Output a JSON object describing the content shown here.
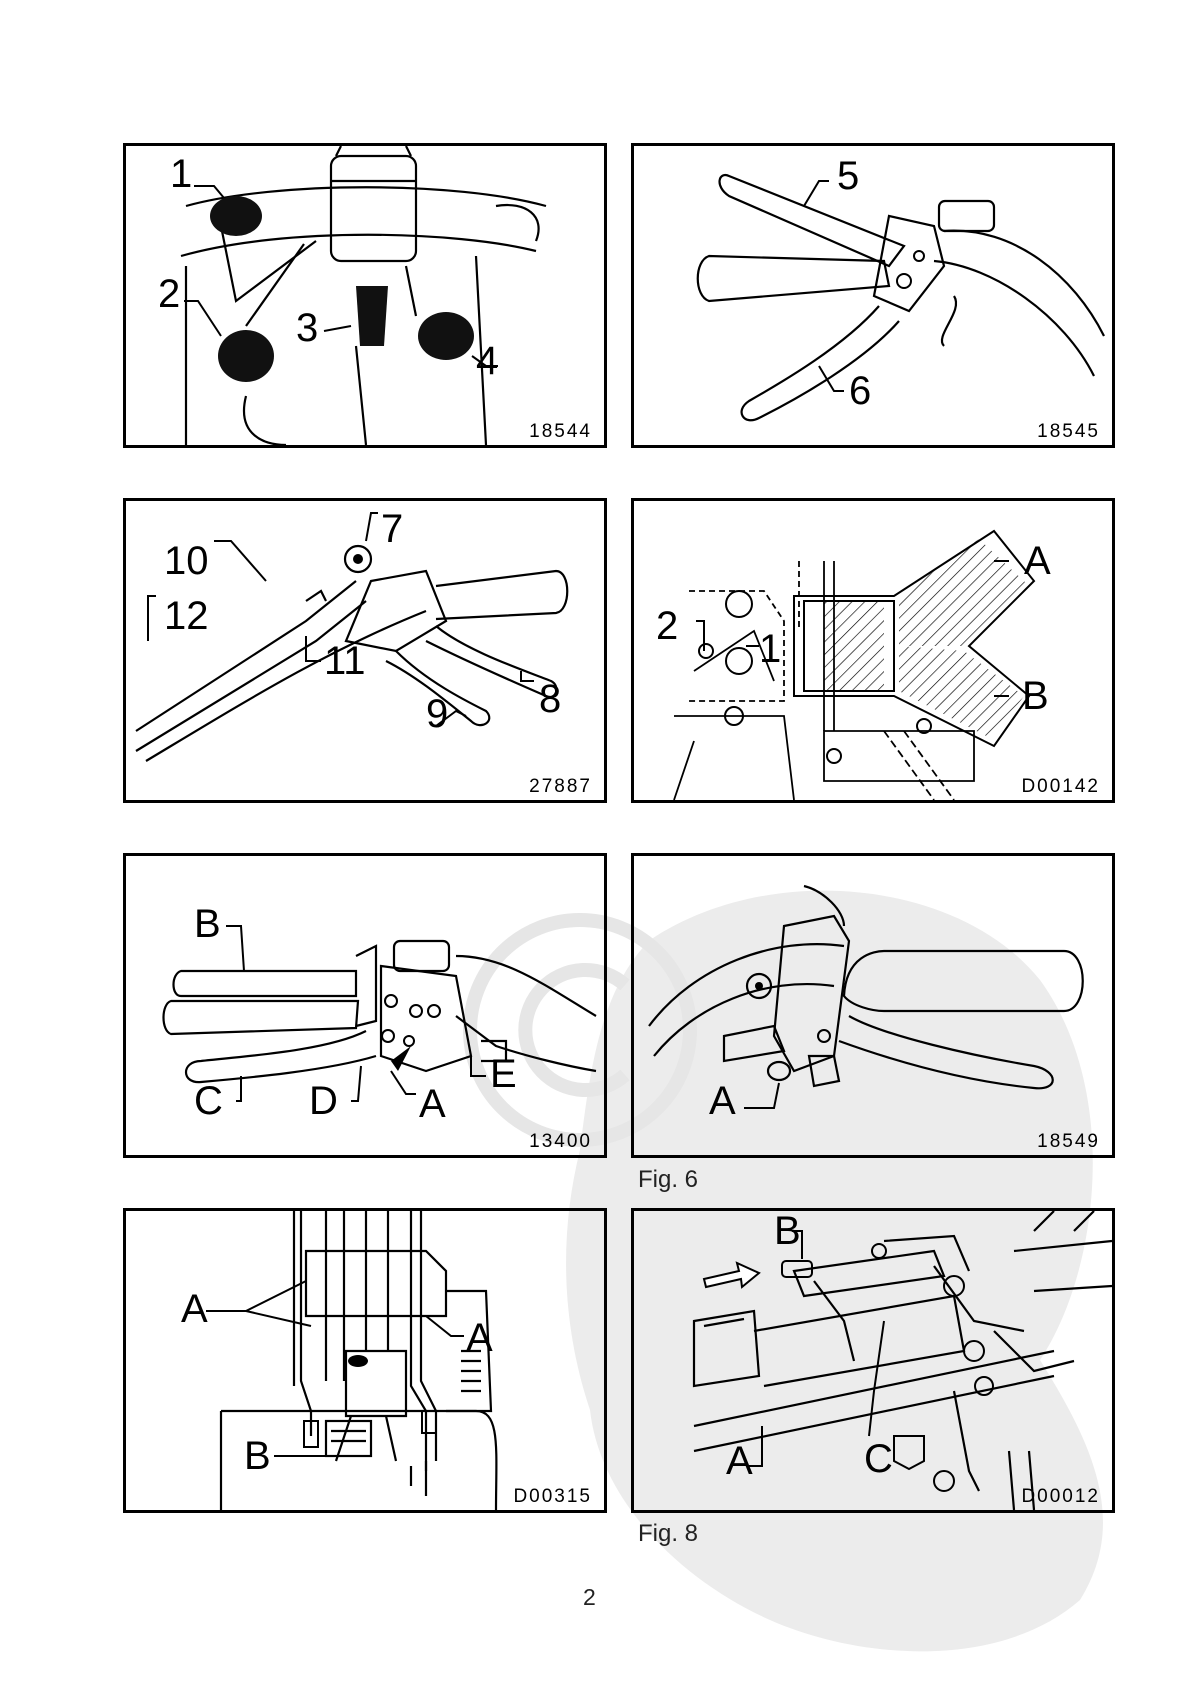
{
  "panels": [
    {
      "code": "18544",
      "callouts": [
        "1",
        "2",
        "3",
        "4"
      ]
    },
    {
      "code": "18545",
      "callouts": [
        "5",
        "6"
      ]
    },
    {
      "code": "27887",
      "callouts": [
        "7",
        "10",
        "12",
        "11",
        "9",
        "8"
      ]
    },
    {
      "code": "D00142",
      "callouts": [
        "A",
        "2",
        "1",
        "B"
      ]
    },
    {
      "code": "13400",
      "callouts": [
        "B",
        "C",
        "D",
        "A",
        "E"
      ]
    },
    {
      "code": "18549",
      "callouts": [
        "A"
      ]
    },
    {
      "code": "D00315",
      "callouts": [
        "A",
        "A",
        "B"
      ]
    },
    {
      "code": "D00012",
      "callouts": [
        "B",
        "A",
        "C"
      ]
    }
  ],
  "figure_labels": [
    "Fig. 6",
    "Fig. 8"
  ],
  "page_number": "2"
}
